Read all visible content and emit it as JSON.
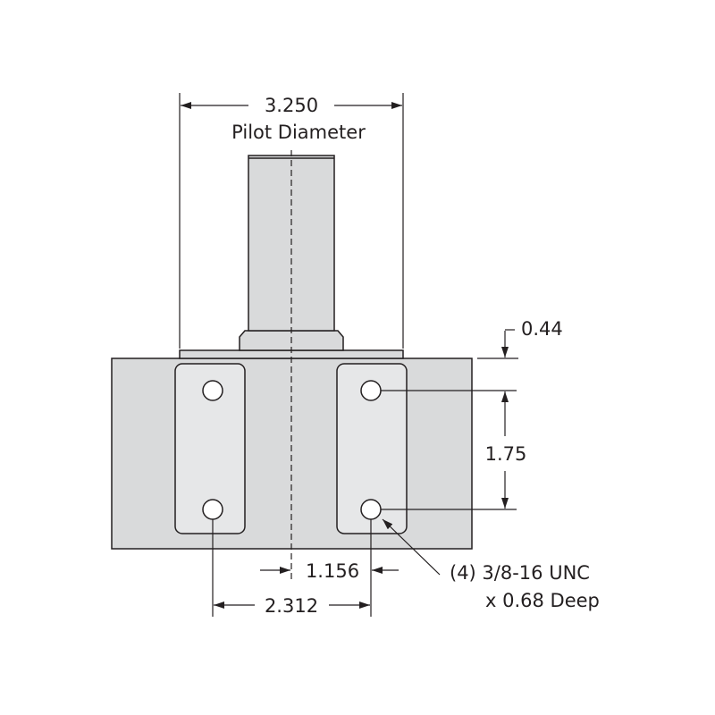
{
  "colors": {
    "body_fill": "#d9dadb",
    "pad_fill": "#e6e7e8",
    "line": "#231f20",
    "background": "#ffffff"
  },
  "dimensions": {
    "pilot_diameter_value": "3.250",
    "pilot_diameter_label": "Pilot Diameter",
    "top_offset": "0.44",
    "hole_spacing_vertical": "1.75",
    "half_spacing": "1.156",
    "hole_spacing_horizontal": "2.312"
  },
  "callout": {
    "line1": "(4) 3/8-16 UNC",
    "line2": "x 0.68 Deep"
  }
}
